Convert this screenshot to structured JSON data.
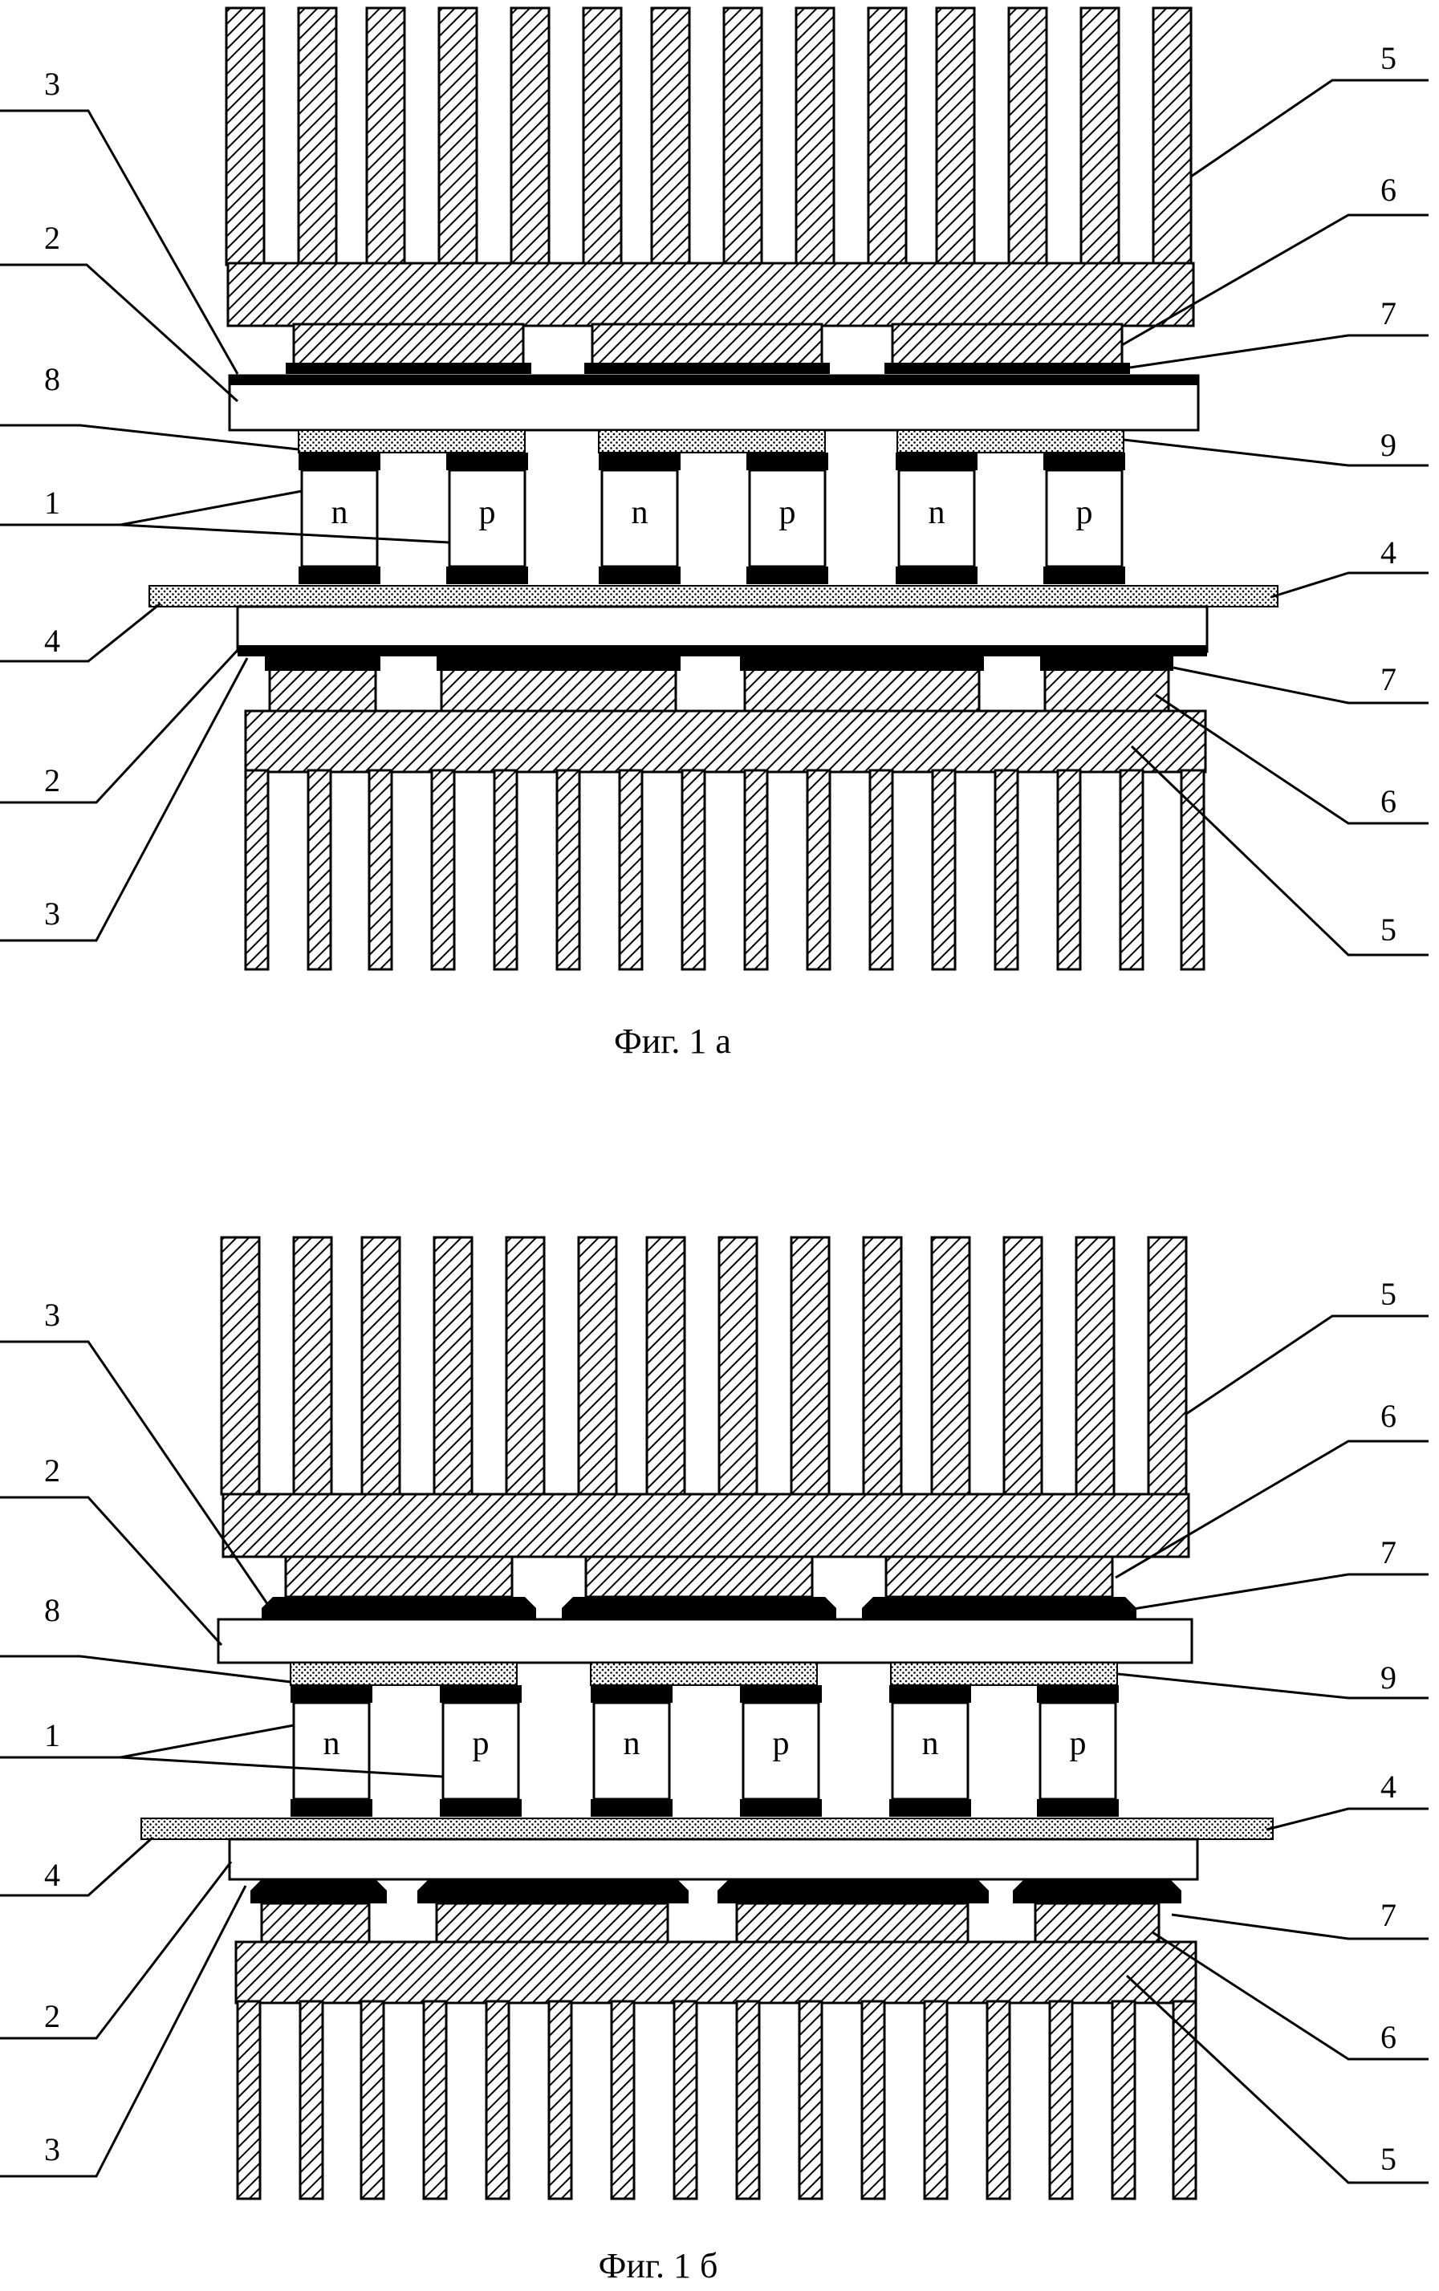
{
  "figures": [
    {
      "caption": "Фиг. 1 а",
      "legs": [
        "n",
        "p",
        "n",
        "p",
        "n",
        "p"
      ],
      "callouts_left": [
        "3",
        "2",
        "8",
        "1",
        "4",
        "2",
        "3"
      ],
      "callouts_right": [
        "5",
        "6",
        "7",
        "9",
        "4",
        "7",
        "6",
        "5"
      ]
    },
    {
      "caption": "Фиг. 1 б",
      "legs": [
        "n",
        "p",
        "n",
        "p",
        "n",
        "p"
      ],
      "callouts_left": [
        "3",
        "2",
        "8",
        "1",
        "4",
        "2",
        "3"
      ],
      "callouts_right": [
        "5",
        "6",
        "7",
        "9",
        "4",
        "7",
        "6",
        "5"
      ]
    }
  ],
  "colors": {
    "ink": "#000000",
    "paper": "#ffffff"
  },
  "patterns": [
    "hatch",
    "dots"
  ]
}
